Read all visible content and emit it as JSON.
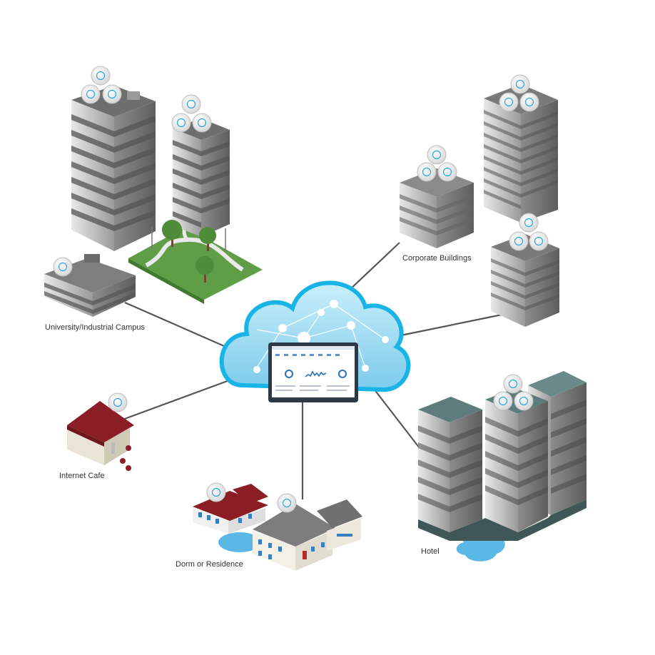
{
  "colors": {
    "cloud": "#8fd4ee",
    "cloud_rim": "#18b4e8",
    "link": "#555555",
    "building_gray": "#8a8a8a",
    "roof_red": "#8b1e24",
    "water": "#5ab8e6",
    "lawn": "#5f9e46",
    "label_text": "#333333"
  },
  "center": {
    "name": "cloud-controller",
    "icon": "cloud-dashboard-icon"
  },
  "sites": [
    {
      "key": "campus",
      "label": "University/Industrial Campus",
      "icon": "campus-buildings-icon"
    },
    {
      "key": "corporate",
      "label": "Corporate Buildings",
      "icon": "office-towers-icon"
    },
    {
      "key": "cafe",
      "label": "Internet Cafe",
      "icon": "cafe-building-icon"
    },
    {
      "key": "dorm",
      "label": "Dorm or Residence",
      "icon": "house-icon"
    },
    {
      "key": "hotel",
      "label": "Hotel",
      "icon": "hotel-towers-icon"
    }
  ],
  "access_point_icon": "wifi-access-point-icon"
}
